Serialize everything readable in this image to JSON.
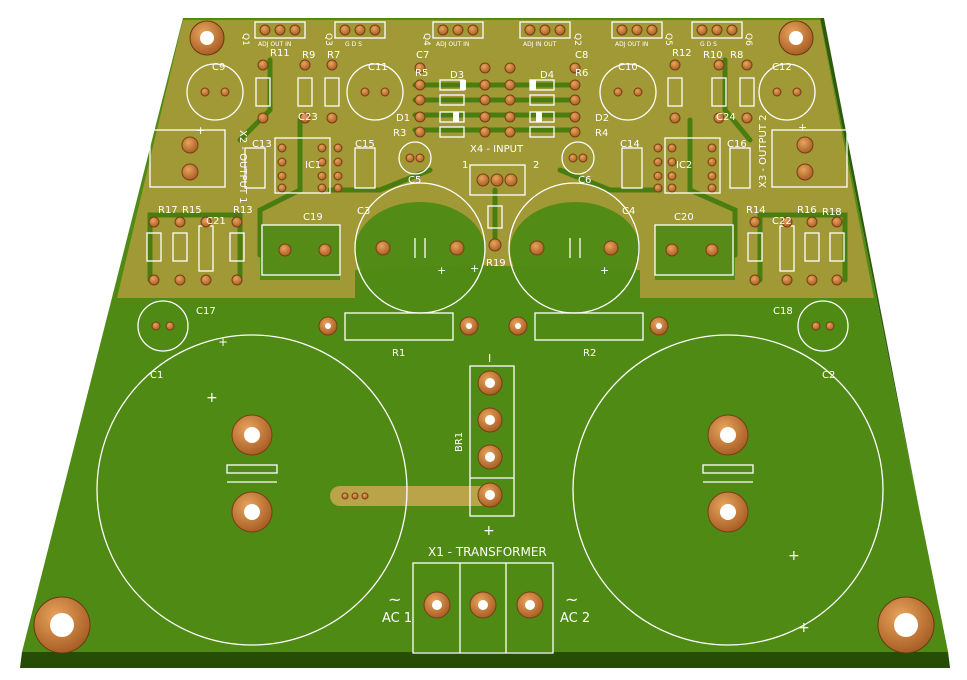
{
  "colors": {
    "board": "#4e8a14",
    "board_edge": "#274c06",
    "copper_pour": "#a89a3a",
    "trace": "#b9a44a",
    "silkscreen": "#ffffff",
    "pad": "#c87a3a"
  },
  "regulators": {
    "q1": {
      "ref": "Q1",
      "pins": "ADJ OUT IN"
    },
    "q3": {
      "ref": "Q3",
      "pins": "G D S"
    },
    "q4": {
      "ref": "Q4",
      "pins": "ADJ OUT IN"
    },
    "q2": {
      "ref": "Q2",
      "pins": "ADJ IN OUT"
    },
    "q5": {
      "ref": "Q5",
      "pins": "ADJ OUT IN"
    },
    "q6": {
      "ref": "Q6",
      "pins": "G D S"
    }
  },
  "labels": {
    "c9": "C9",
    "c11": "C11",
    "c10": "C10",
    "c12": "C12",
    "r11": "R11",
    "r9": "R9",
    "r7": "R7",
    "r12": "R12",
    "r10": "R10",
    "r8": "R8",
    "c7": "C7",
    "c8": "C8",
    "r5": "R5",
    "r6": "R6",
    "r3": "R3",
    "r4": "R4",
    "d1": "D1",
    "d2": "D2",
    "d3": "D3",
    "d4": "D4",
    "c23": "C23",
    "c24": "C24",
    "c13": "C13",
    "c14": "C14",
    "c15": "C15",
    "c16": "C16",
    "ic1": "IC1",
    "ic2": "IC2",
    "c5": "C5",
    "c6": "C6",
    "input": "X4 - INPUT",
    "pin1": "1",
    "pin2": "2",
    "out1": "X2 - OUTPUT 1",
    "out2": "X3 - OUTPUT 2",
    "r17": "R17",
    "r15": "R15",
    "c21": "C21",
    "r13": "R13",
    "c19": "C19",
    "c3": "C3",
    "c4": "C4",
    "r19": "R19",
    "c20": "C20",
    "r14": "R14",
    "c22": "C22",
    "r16": "R16",
    "r18": "R18",
    "c17": "C17",
    "c18": "C18",
    "r1": "R1",
    "r2": "R2",
    "c1": "C1",
    "c2": "C2",
    "br1": "BR1",
    "transformer": "X1 - TRANSFORMER",
    "ac1": "AC 1",
    "ac2": "AC 2",
    "tilde": "~",
    "plus": "+",
    "bar": "I"
  }
}
